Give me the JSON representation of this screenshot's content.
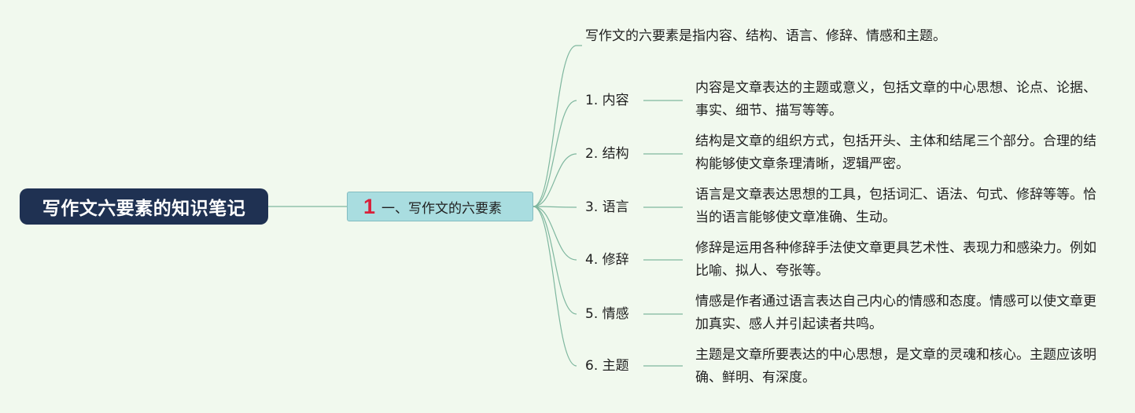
{
  "root": {
    "title": "写作文六要素的知识笔记"
  },
  "main": {
    "number": "1",
    "title": "一、写作文的六要素"
  },
  "intro": {
    "text": "写作文的六要素是指内容、结构、语言、修辞、情感和主题。"
  },
  "items": [
    {
      "label": "1. 内容",
      "description": "内容是文章表达的主题或意义，包括文章的中心思想、论点、论据、事实、细节、描写等等。"
    },
    {
      "label": "2. 结构",
      "description": "结构是文章的组织方式，包括开头、主体和结尾三个部分。合理的结构能够使文章条理清晰，逻辑严密。"
    },
    {
      "label": "3. 语言",
      "description": "语言是文章表达思想的工具，包括词汇、语法、句式、修辞等等。恰当的语言能够使文章准确、生动。"
    },
    {
      "label": "4. 修辞",
      "description": "修辞是运用各种修辞手法使文章更具艺术性、表现力和感染力。例如比喻、拟人、夸张等。"
    },
    {
      "label": "5. 情感",
      "description": "情感是作者通过语言表达自己内心的情感和态度。情感可以使文章更加真实、感人并引起读者共鸣。"
    },
    {
      "label": "6. 主题",
      "description": "主题是文章所要表达的中心思想，是文章的灵魂和核心。主题应该明确、鲜明、有深度。"
    }
  ],
  "colors": {
    "background": "#f1f9ee",
    "root_fill": "#1f3152",
    "main_fill": "#a9dde0",
    "number_accent": "#d8213b",
    "connector": "#7fb79f"
  }
}
